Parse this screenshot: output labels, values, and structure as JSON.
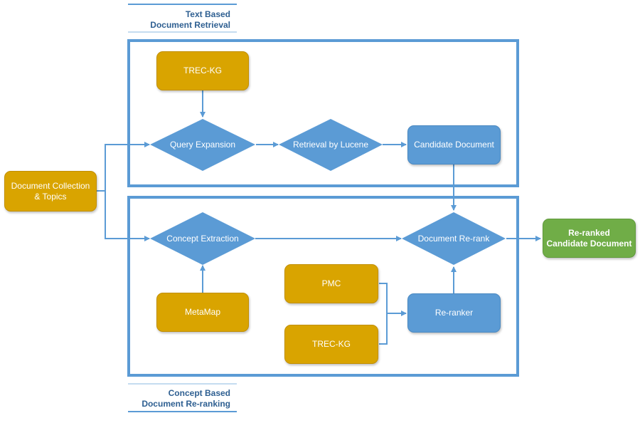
{
  "sections": {
    "text_based": "Text Based\nDocument Retrieval",
    "concept_based": "Concept Based\nDocument Re-ranking"
  },
  "nodes": {
    "trec_kg_top": "TREC-KG",
    "query_expansion": "Query Expansion",
    "retrieval_by_lucene": "Retrieval by Lucene",
    "candidate_document": "Candidate Document",
    "document_collection": "Document Collection\n& Topics",
    "concept_extraction": "Concept Extraction",
    "document_rerank": "Document Re-rank",
    "reranked_candidate": "Re-ranked\nCandidate Document",
    "metamap": "MetaMap",
    "pmc": "PMC",
    "trec_kg_bottom": "TREC-KG",
    "reranker": "Re-ranker"
  },
  "colors": {
    "orange": "#d9a400",
    "blue": "#5b9bd5",
    "green": "#70ad47",
    "frame": "#5b9bd5",
    "title": "#2e5f91"
  }
}
